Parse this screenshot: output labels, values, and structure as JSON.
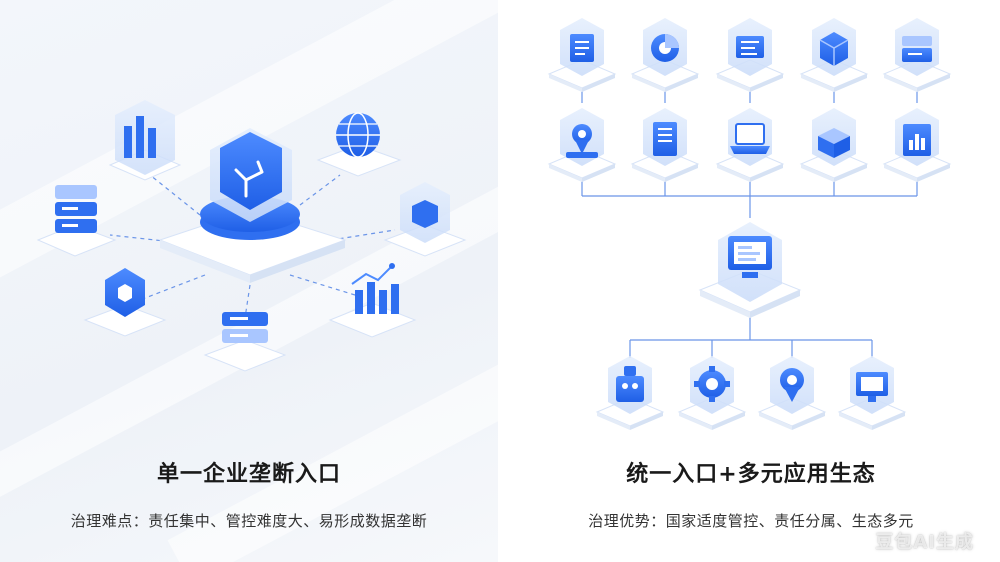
{
  "left_panel": {
    "title": "单一企业垄断入口",
    "subtitle": "治理难点：责任集中、管控难度大、易形成数据垄断",
    "center_node": "shield-hub-icon",
    "satellite_nodes": [
      "bar-chart-icon",
      "globe-icon",
      "server-stack-icon",
      "cube-icon",
      "hexagon-shield-icon",
      "growth-chart-icon",
      "database-icon"
    ]
  },
  "right_panel": {
    "title": "统一入口+多元应用生态",
    "subtitle": "治理优势：国家适度管控、责任分属、生态多元",
    "top_row_icons": [
      "document-icon",
      "pie-chart-icon",
      "form-icon",
      "cube-icon",
      "server-icon"
    ],
    "second_row_icons": [
      "location-pin-icon",
      "building-icon",
      "laptop-icon",
      "box-icon",
      "bar-chart-icon"
    ],
    "hub_icon": "monitor-portal-icon",
    "bottom_row_icons": [
      "robot-icon",
      "gear-icon",
      "location-icon",
      "monitor-icon"
    ]
  },
  "watermark": "豆包AI生成",
  "colors": {
    "primary": "#2f6ff0",
    "light": "#a9c6ff",
    "line": "#6b95e8",
    "tile": "#ffffff",
    "hex": "#dbe7fb"
  }
}
